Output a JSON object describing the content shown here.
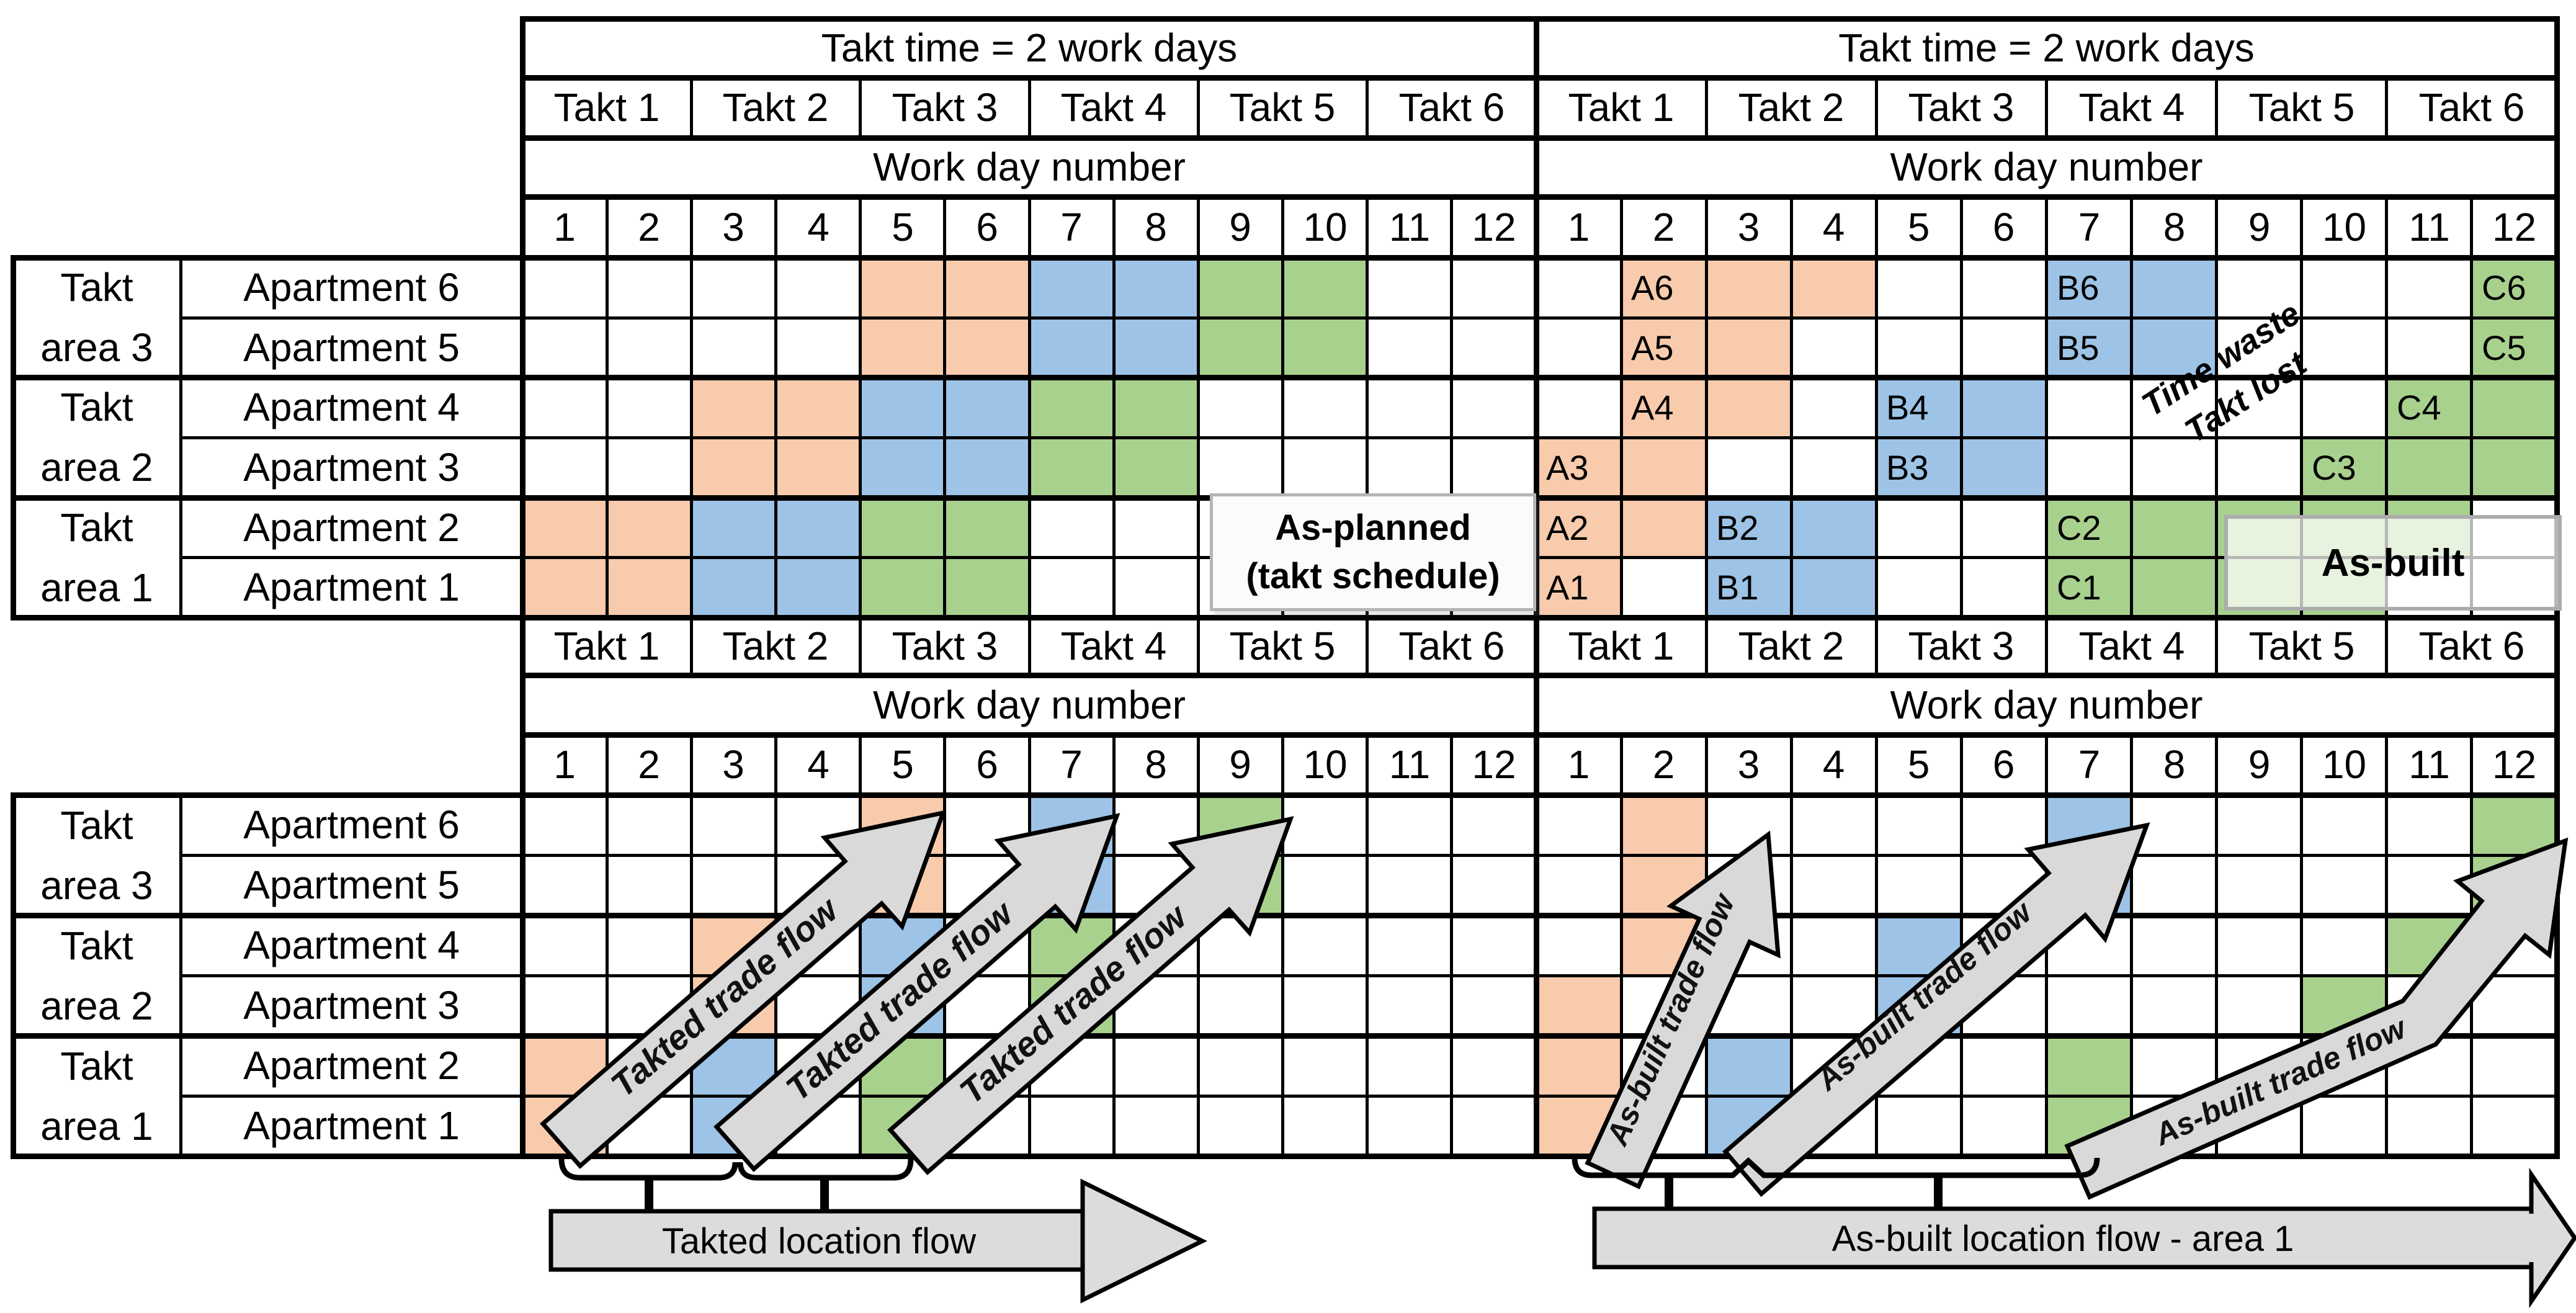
{
  "colors": {
    "orange": "#F8CBAD",
    "blue": "#9DC3E6",
    "green": "#A9D18E",
    "arrow_fill": "#D9D9D9",
    "location_arrow_fill": "#DCDCDC",
    "box_border": "#ACACAC"
  },
  "headers": {
    "takt_time": "Takt time = 2 work days",
    "work_day": "Work day number",
    "takts": [
      "Takt 1",
      "Takt 2",
      "Takt 3",
      "Takt 4",
      "Takt 5",
      "Takt 6"
    ],
    "days": [
      "1",
      "2",
      "3",
      "4",
      "5",
      "6",
      "7",
      "8",
      "9",
      "10",
      "11",
      "12"
    ]
  },
  "rows": {
    "areas": [
      [
        "Takt",
        "area 3"
      ],
      [
        "Takt",
        "area 2"
      ],
      [
        "Takt",
        "area 1"
      ]
    ],
    "apartments": [
      "Apartment 6",
      "Apartment 5",
      "Apartment 4",
      "Apartment 3",
      "Apartment 2",
      "Apartment 1"
    ]
  },
  "labels": {
    "as_planned_1": "As-planned",
    "as_planned_2": "(takt schedule)",
    "as_built": "As-built",
    "time_waste_1": "Time waste",
    "time_waste_2": "Takt lost",
    "takted_trade_flow": "Takted trade flow",
    "as_built_trade_flow": "As-built trade flow",
    "takted_location_flow": "Takted location flow",
    "as_built_location_flow": "As-built location flow - area 1"
  },
  "grids": {
    "top_left": [
      [
        5,
        0,
        "orange"
      ],
      [
        6,
        0,
        "orange"
      ],
      [
        7,
        0,
        "blue"
      ],
      [
        8,
        0,
        "blue"
      ],
      [
        9,
        0,
        "green"
      ],
      [
        10,
        0,
        "green"
      ],
      [
        5,
        1,
        "orange"
      ],
      [
        6,
        1,
        "orange"
      ],
      [
        7,
        1,
        "blue"
      ],
      [
        8,
        1,
        "blue"
      ],
      [
        9,
        1,
        "green"
      ],
      [
        10,
        1,
        "green"
      ],
      [
        3,
        2,
        "orange"
      ],
      [
        4,
        2,
        "orange"
      ],
      [
        5,
        2,
        "blue"
      ],
      [
        6,
        2,
        "blue"
      ],
      [
        7,
        2,
        "green"
      ],
      [
        8,
        2,
        "green"
      ],
      [
        3,
        3,
        "orange"
      ],
      [
        4,
        3,
        "orange"
      ],
      [
        5,
        3,
        "blue"
      ],
      [
        6,
        3,
        "blue"
      ],
      [
        7,
        3,
        "green"
      ],
      [
        8,
        3,
        "green"
      ],
      [
        1,
        4,
        "orange"
      ],
      [
        2,
        4,
        "orange"
      ],
      [
        3,
        4,
        "blue"
      ],
      [
        4,
        4,
        "blue"
      ],
      [
        5,
        4,
        "green"
      ],
      [
        6,
        4,
        "green"
      ],
      [
        1,
        5,
        "orange"
      ],
      [
        2,
        5,
        "orange"
      ],
      [
        3,
        5,
        "blue"
      ],
      [
        4,
        5,
        "blue"
      ],
      [
        5,
        5,
        "green"
      ],
      [
        6,
        5,
        "green"
      ]
    ],
    "top_right": [
      [
        2,
        0,
        "orange",
        "A6"
      ],
      [
        3,
        0,
        "orange"
      ],
      [
        4,
        0,
        "orange"
      ],
      [
        7,
        0,
        "blue",
        "B6"
      ],
      [
        8,
        0,
        "blue"
      ],
      [
        12,
        0,
        "green",
        "C6"
      ],
      [
        2,
        1,
        "orange",
        "A5"
      ],
      [
        3,
        1,
        "orange"
      ],
      [
        7,
        1,
        "blue",
        "B5"
      ],
      [
        8,
        1,
        "blue"
      ],
      [
        12,
        1,
        "green",
        "C5"
      ],
      [
        2,
        2,
        "orange",
        "A4"
      ],
      [
        3,
        2,
        "orange"
      ],
      [
        5,
        2,
        "blue",
        "B4"
      ],
      [
        6,
        2,
        "blue"
      ],
      [
        11,
        2,
        "green",
        "C4"
      ],
      [
        12,
        2,
        "green"
      ],
      [
        1,
        3,
        "orange",
        "A3"
      ],
      [
        2,
        3,
        "orange"
      ],
      [
        5,
        3,
        "blue",
        "B3"
      ],
      [
        6,
        3,
        "blue"
      ],
      [
        10,
        3,
        "green",
        "C3"
      ],
      [
        11,
        3,
        "green"
      ],
      [
        12,
        3,
        "green"
      ],
      [
        1,
        4,
        "orange",
        "A2"
      ],
      [
        2,
        4,
        "orange"
      ],
      [
        3,
        4,
        "blue",
        "B2"
      ],
      [
        4,
        4,
        "blue"
      ],
      [
        7,
        4,
        "green",
        "C2"
      ],
      [
        8,
        4,
        "green"
      ],
      [
        9,
        4,
        "green"
      ],
      [
        10,
        4,
        "green"
      ],
      [
        11,
        4,
        "green"
      ],
      [
        1,
        5,
        "orange",
        "A1"
      ],
      [
        3,
        5,
        "blue",
        "B1"
      ],
      [
        4,
        5,
        "blue"
      ],
      [
        7,
        5,
        "green",
        "C1"
      ],
      [
        8,
        5,
        "green"
      ],
      [
        9,
        5,
        "green"
      ],
      [
        10,
        5,
        "green"
      ]
    ],
    "bottom_left": [
      [
        1,
        4,
        "orange"
      ],
      [
        1,
        5,
        "orange"
      ],
      [
        3,
        2,
        "orange"
      ],
      [
        3,
        3,
        "orange"
      ],
      [
        5,
        0,
        "orange"
      ],
      [
        5,
        1,
        "orange"
      ],
      [
        3,
        4,
        "blue"
      ],
      [
        3,
        5,
        "blue"
      ],
      [
        5,
        2,
        "blue"
      ],
      [
        5,
        3,
        "blue"
      ],
      [
        7,
        0,
        "blue"
      ],
      [
        7,
        1,
        "blue"
      ],
      [
        5,
        4,
        "green"
      ],
      [
        5,
        5,
        "green"
      ],
      [
        7,
        2,
        "green"
      ],
      [
        7,
        3,
        "green"
      ],
      [
        9,
        0,
        "green"
      ],
      [
        9,
        1,
        "green"
      ]
    ],
    "bottom_right": [
      [
        1,
        3,
        "orange"
      ],
      [
        1,
        4,
        "orange"
      ],
      [
        1,
        5,
        "orange"
      ],
      [
        2,
        0,
        "orange"
      ],
      [
        2,
        1,
        "orange"
      ],
      [
        2,
        2,
        "orange"
      ],
      [
        3,
        4,
        "blue"
      ],
      [
        3,
        5,
        "blue"
      ],
      [
        5,
        2,
        "blue"
      ],
      [
        5,
        3,
        "blue"
      ],
      [
        7,
        0,
        "blue"
      ],
      [
        7,
        1,
        "blue"
      ],
      [
        7,
        4,
        "green"
      ],
      [
        7,
        5,
        "green"
      ],
      [
        10,
        3,
        "green"
      ],
      [
        11,
        2,
        "green"
      ],
      [
        12,
        0,
        "green"
      ],
      [
        12,
        1,
        "green"
      ]
    ]
  }
}
